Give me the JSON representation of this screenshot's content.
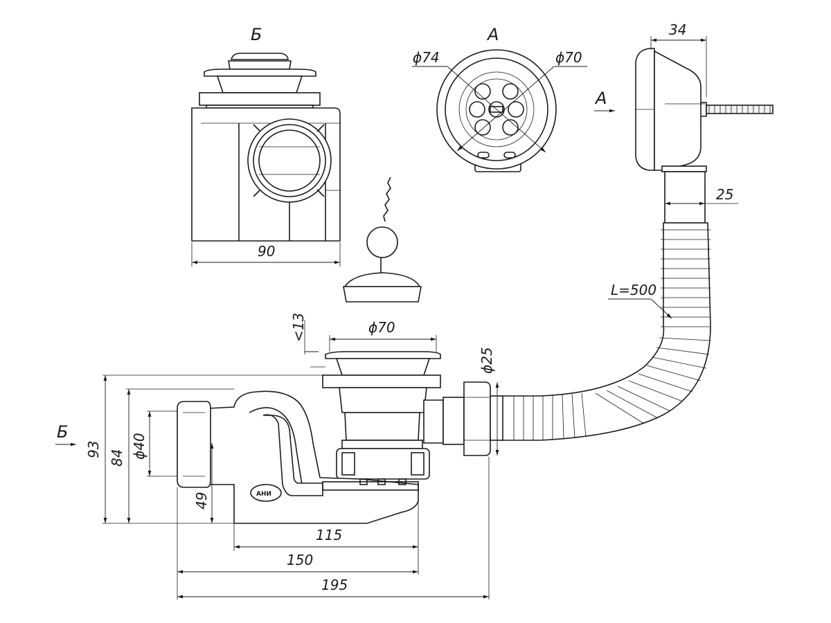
{
  "views": {
    "view_b_label": "Б",
    "view_a_label": "А",
    "arrow_a_label": "А",
    "arrow_b_label": "Б"
  },
  "dimensions": {
    "top_width": "90",
    "outer_diameter": "ϕ74",
    "inner_diameter": "ϕ70",
    "outlet_width": "34",
    "hose_diameter_top": "25",
    "hose_length": "L=500",
    "max_thickness": "<13",
    "plug_diameter": "ϕ70",
    "nut_diameter": "ϕ25",
    "pipe_diameter": "ϕ40",
    "height_total": "93",
    "height_body": "84",
    "height_outlet": "49",
    "len_115": "115",
    "len_150": "150",
    "len_195": "195"
  },
  "logo_text": "АНИ"
}
